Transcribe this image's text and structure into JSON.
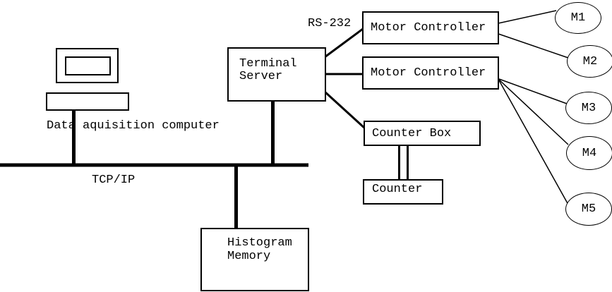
{
  "labels": {
    "bus": "TCP/IP",
    "serial": "RS-232"
  },
  "nodes": {
    "data_acquisition_computer": {
      "label": "Data aquisition computer"
    },
    "terminal_server": {
      "label": "Terminal\nServer"
    },
    "motor_controller_1": {
      "label": "Motor Controller"
    },
    "motor_controller_2": {
      "label": "Motor Controller"
    },
    "counter_box": {
      "label": "Counter Box"
    },
    "counter": {
      "label": "Counter"
    },
    "histogram_memory": {
      "label": "Histogram\nMemory"
    },
    "motors": [
      {
        "label": "M1"
      },
      {
        "label": "M2"
      },
      {
        "label": "M3"
      },
      {
        "label": "M4"
      },
      {
        "label": "M5"
      }
    ]
  },
  "icons": {
    "computer": "monitor-and-keyboard-icon"
  },
  "connections": [
    {
      "from": "data_acquisition_computer",
      "to": "tcpip_bus",
      "style": "thick"
    },
    {
      "from": "terminal_server",
      "to": "tcpip_bus",
      "style": "thick"
    },
    {
      "from": "histogram_memory",
      "to": "tcpip_bus",
      "style": "thick"
    },
    {
      "from": "terminal_server",
      "to": "motor_controller_1",
      "style": "medium",
      "label": "RS-232"
    },
    {
      "from": "terminal_server",
      "to": "motor_controller_2",
      "style": "medium"
    },
    {
      "from": "terminal_server",
      "to": "counter_box",
      "style": "medium"
    },
    {
      "from": "counter_box",
      "to": "counter",
      "style": "double"
    },
    {
      "from": "motor_controller_1",
      "to": "M1",
      "style": "thin"
    },
    {
      "from": "motor_controller_1",
      "to": "M2",
      "style": "thin"
    },
    {
      "from": "motor_controller_2",
      "to": "M3",
      "style": "thin"
    },
    {
      "from": "motor_controller_2",
      "to": "M4",
      "style": "thin"
    },
    {
      "from": "motor_controller_2",
      "to": "M5",
      "style": "thin"
    }
  ],
  "colors": {
    "line": "#000000",
    "background": "#ffffff"
  }
}
